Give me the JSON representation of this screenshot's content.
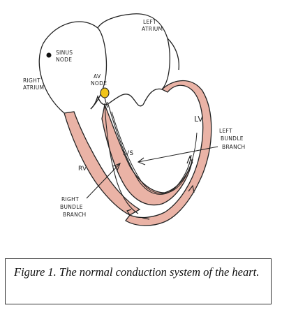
{
  "labels": {
    "sinus_node": [
      "SINUS",
      "NODE"
    ],
    "left_atrium": [
      "LEFT",
      "ATRIUM"
    ],
    "right_atrium": [
      "RIGHT",
      "ATRIUM"
    ],
    "av_node": [
      "AV",
      "NODE"
    ],
    "lv": "LV",
    "left_bundle_branch": [
      "LEFT",
      "BUNDLE",
      "BRANCH"
    ],
    "ivs": "IVS",
    "rv": "RV",
    "right_bundle_branch": [
      "RIGHT",
      "BUNDLE",
      "BRANCH"
    ]
  },
  "caption": "Figure 1. The normal conduction system of the heart.",
  "colors": {
    "myocardium_fill": "#eab3a6",
    "outline": "#222222",
    "av_node": "#f0c419"
  }
}
